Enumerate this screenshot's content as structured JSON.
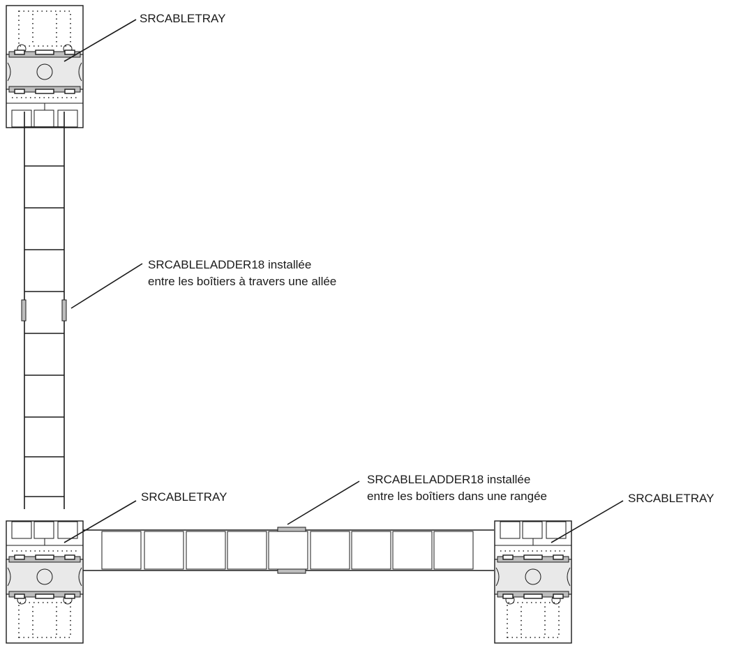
{
  "labels": {
    "tray_top": "SRCABLETRAY",
    "ladder_aisle_line1": "SRCABLELADDER18 installée",
    "ladder_aisle_line2": "entre les boîtiers à travers une allée",
    "ladder_row_line1": "SRCABLELADDER18 installée",
    "ladder_row_line2": "entre les boîtiers dans une rangée",
    "tray_bottom_left": "SRCABLETRAY",
    "tray_bottom_right": "SRCABLETRAY"
  }
}
